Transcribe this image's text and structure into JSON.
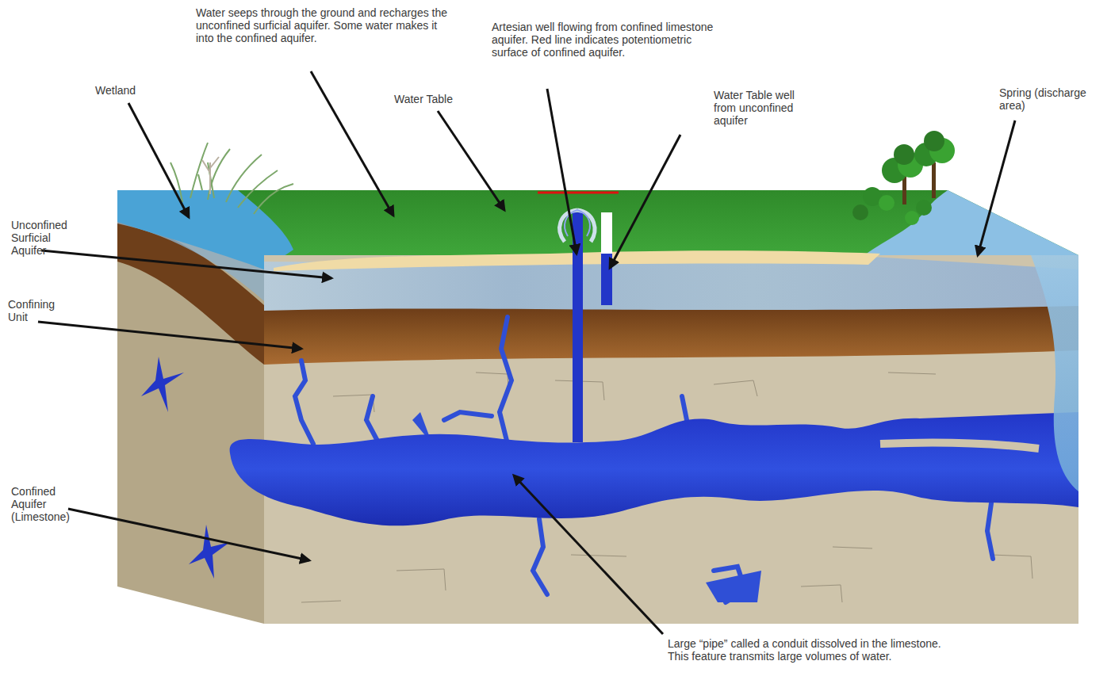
{
  "diagram": {
    "labels": [
      "Water seeps through the ground and recharges the unconfined surficial aquifer. Some water makes it into the confined aquifer.",
      "Artesian well flowing from confined limestone aquifer. Red line indicates potentiometric surface of confined aquifer.",
      "Wetland",
      "Water Table",
      "Water Table well from unconfined aquifer",
      "Spring (discharge area)",
      "Unconfined Surficial Aquifer",
      "Confining Unit",
      "Confined Aquifer (Limestone)",
      "Large “pipe” called a conduit dissolved in the limestone. This feature transmits large volumes of water."
    ]
  }
}
